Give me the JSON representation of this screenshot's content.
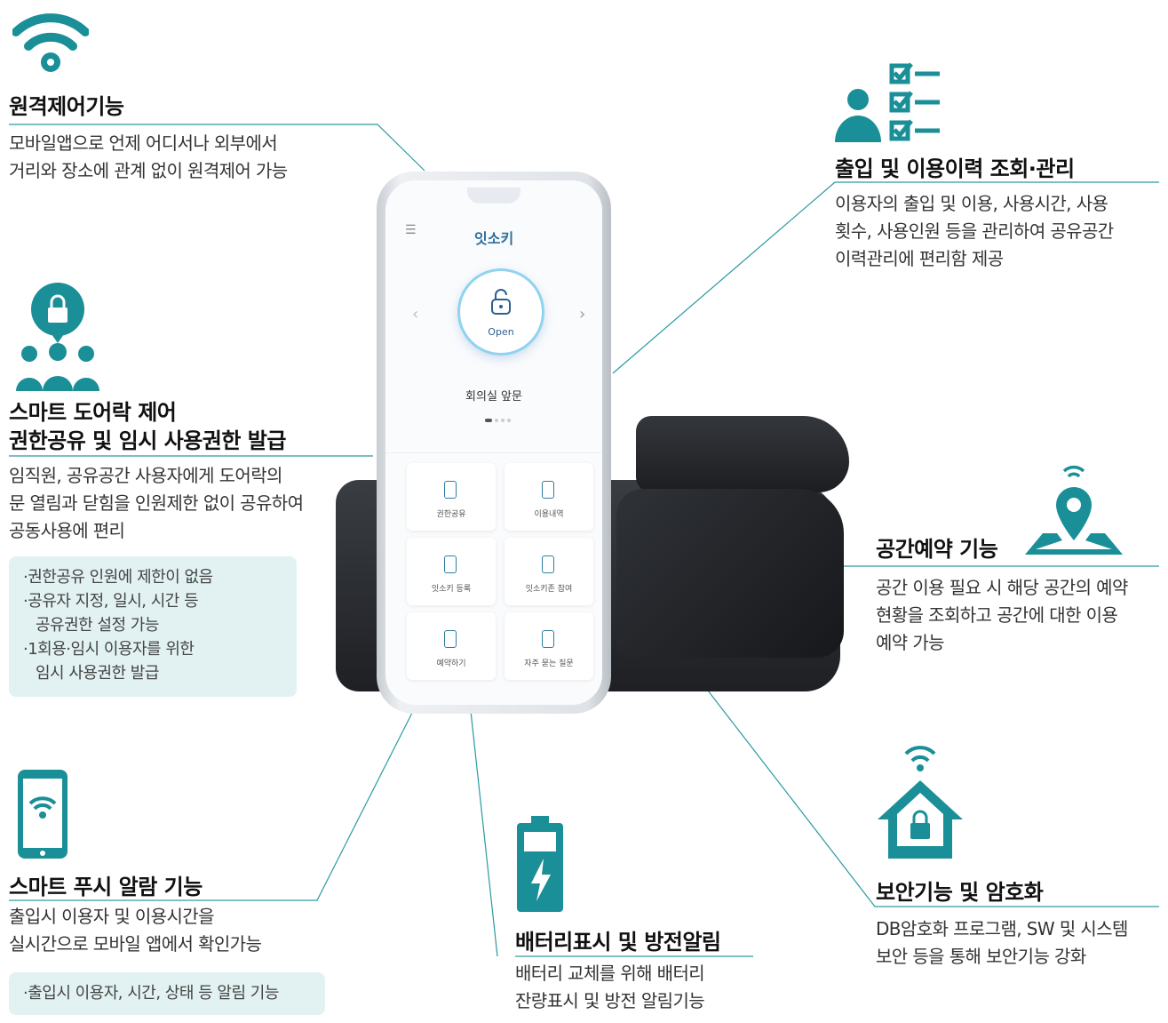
{
  "features": {
    "remote": {
      "title": "원격제어기능",
      "desc": [
        "모바일앱으로 언제 어디서나 외부에서",
        "거리와 장소에 관계 없이 원격제어 가능"
      ]
    },
    "share": {
      "title": [
        "스마트 도어락 제어",
        "권한공유 및 임시 사용권한 발급"
      ],
      "desc": [
        "임직원, 공유공간 사용자에게 도어락의",
        "문 열림과 닫힘을 인원제한 없이 공유하여",
        "공동사용에 편리"
      ],
      "bullets": [
        "·권한공유 인원에 제한이 없음",
        "·공유자 지정, 일시, 시간 등",
        "  공유권한 설정 가능",
        "·1회용·임시 이용자를 위한",
        "  임시 사용권한 발급"
      ]
    },
    "push": {
      "title": "스마트 푸시 알람 기능",
      "desc": [
        "출입시 이용자 및  이용시간을",
        "실시간으로 모바일 앱에서 확인가능"
      ],
      "bullets": [
        "·출입시 이용자, 시간, 상태 등 알림 기능"
      ]
    },
    "battery": {
      "title": "배터리표시 및 방전알림",
      "desc": [
        "배터리 교체를 위해 배터리",
        "잔량표시 및 방전 알림기능"
      ]
    },
    "history": {
      "title": "출입 및 이용이력 조회·관리",
      "desc": [
        "이용자의 출입 및 이용, 사용시간, 사용",
        "횟수, 사용인원 등을 관리하여 공유공간",
        "이력관리에 편리함 제공"
      ]
    },
    "reserve": {
      "title": "공간예약 기능",
      "desc": [
        "공간 이용 필요 시 해당 공간의 예약",
        "현황을 조회하고 공간에 대한 이용",
        "예약 가능"
      ]
    },
    "security": {
      "title": "보안기능 및 암호화",
      "desc": [
        "DB암호화 프로그램, SW 및 시스템",
        "보안 등을 통해 보안기능 강화"
      ]
    }
  },
  "phone": {
    "brand": "잇소키",
    "open_label": "Open",
    "room_name": "회의실 앞문",
    "tiles": [
      "권한공유",
      "이용내역",
      "잇소키 등록",
      "잇소키존 참여",
      "예약하기",
      "자주 묻는 질문"
    ]
  },
  "colors": {
    "accent": "#1a8f98",
    "line": "#2a9aa1",
    "box": "#e2f2f2"
  }
}
